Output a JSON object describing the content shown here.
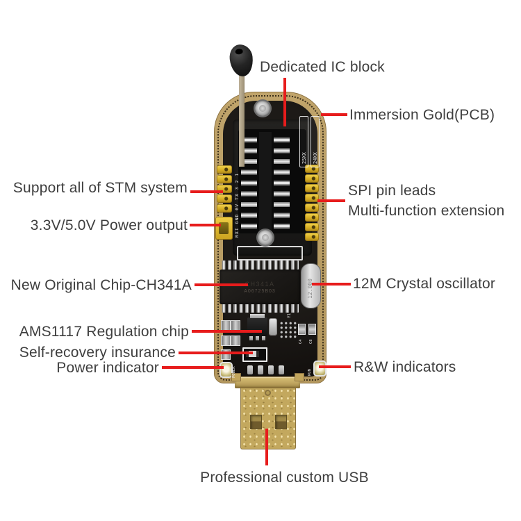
{
  "annotations": {
    "dedicated_ic_block": "Dedicated IC block",
    "immersion_gold": "Immersion Gold(PCB)",
    "support_stm": "Support all of STM system",
    "power_output": "3.3V/5.0V Power output",
    "spi_pin_leads": "SPI pin leads",
    "multi_function_extension": "Multi-function extension",
    "new_original_chip": "New Original Chip-CH341A",
    "crystal_oscillator": "12M Crystal oscillator",
    "ams1117_chip": "AMS1117 Regulation chip",
    "self_recovery_insurance": "Self-recovery insurance",
    "power_indicator": "Power indicator",
    "rw_indicators": "R&W indicators",
    "custom_usb": "Professional custom USB"
  },
  "board_silkscreen": {
    "flash_label": "25XX",
    "eeprom_label": "24XX",
    "chip_marking_line1": "CH341A",
    "chip_marking_line2": "A06725B03",
    "crystal_marking": "12.000",
    "crystal_ref": "Y1",
    "power_led_label": "POWER",
    "run_led_label": "RUN",
    "left_header_labels": "RXI GND 0V TX 3 2 1",
    "cap_labels": {
      "c4": "C4",
      "c8": "C8"
    }
  },
  "colors": {
    "annotation_line": "#e71c1c",
    "label_text": "#3e3e3e",
    "pcb_gold": "#b89c63",
    "pcb_substrate": "#171412",
    "header_yellow": "#e7c631",
    "usb_gold": "#c3a85e",
    "background": "#ffffff"
  }
}
